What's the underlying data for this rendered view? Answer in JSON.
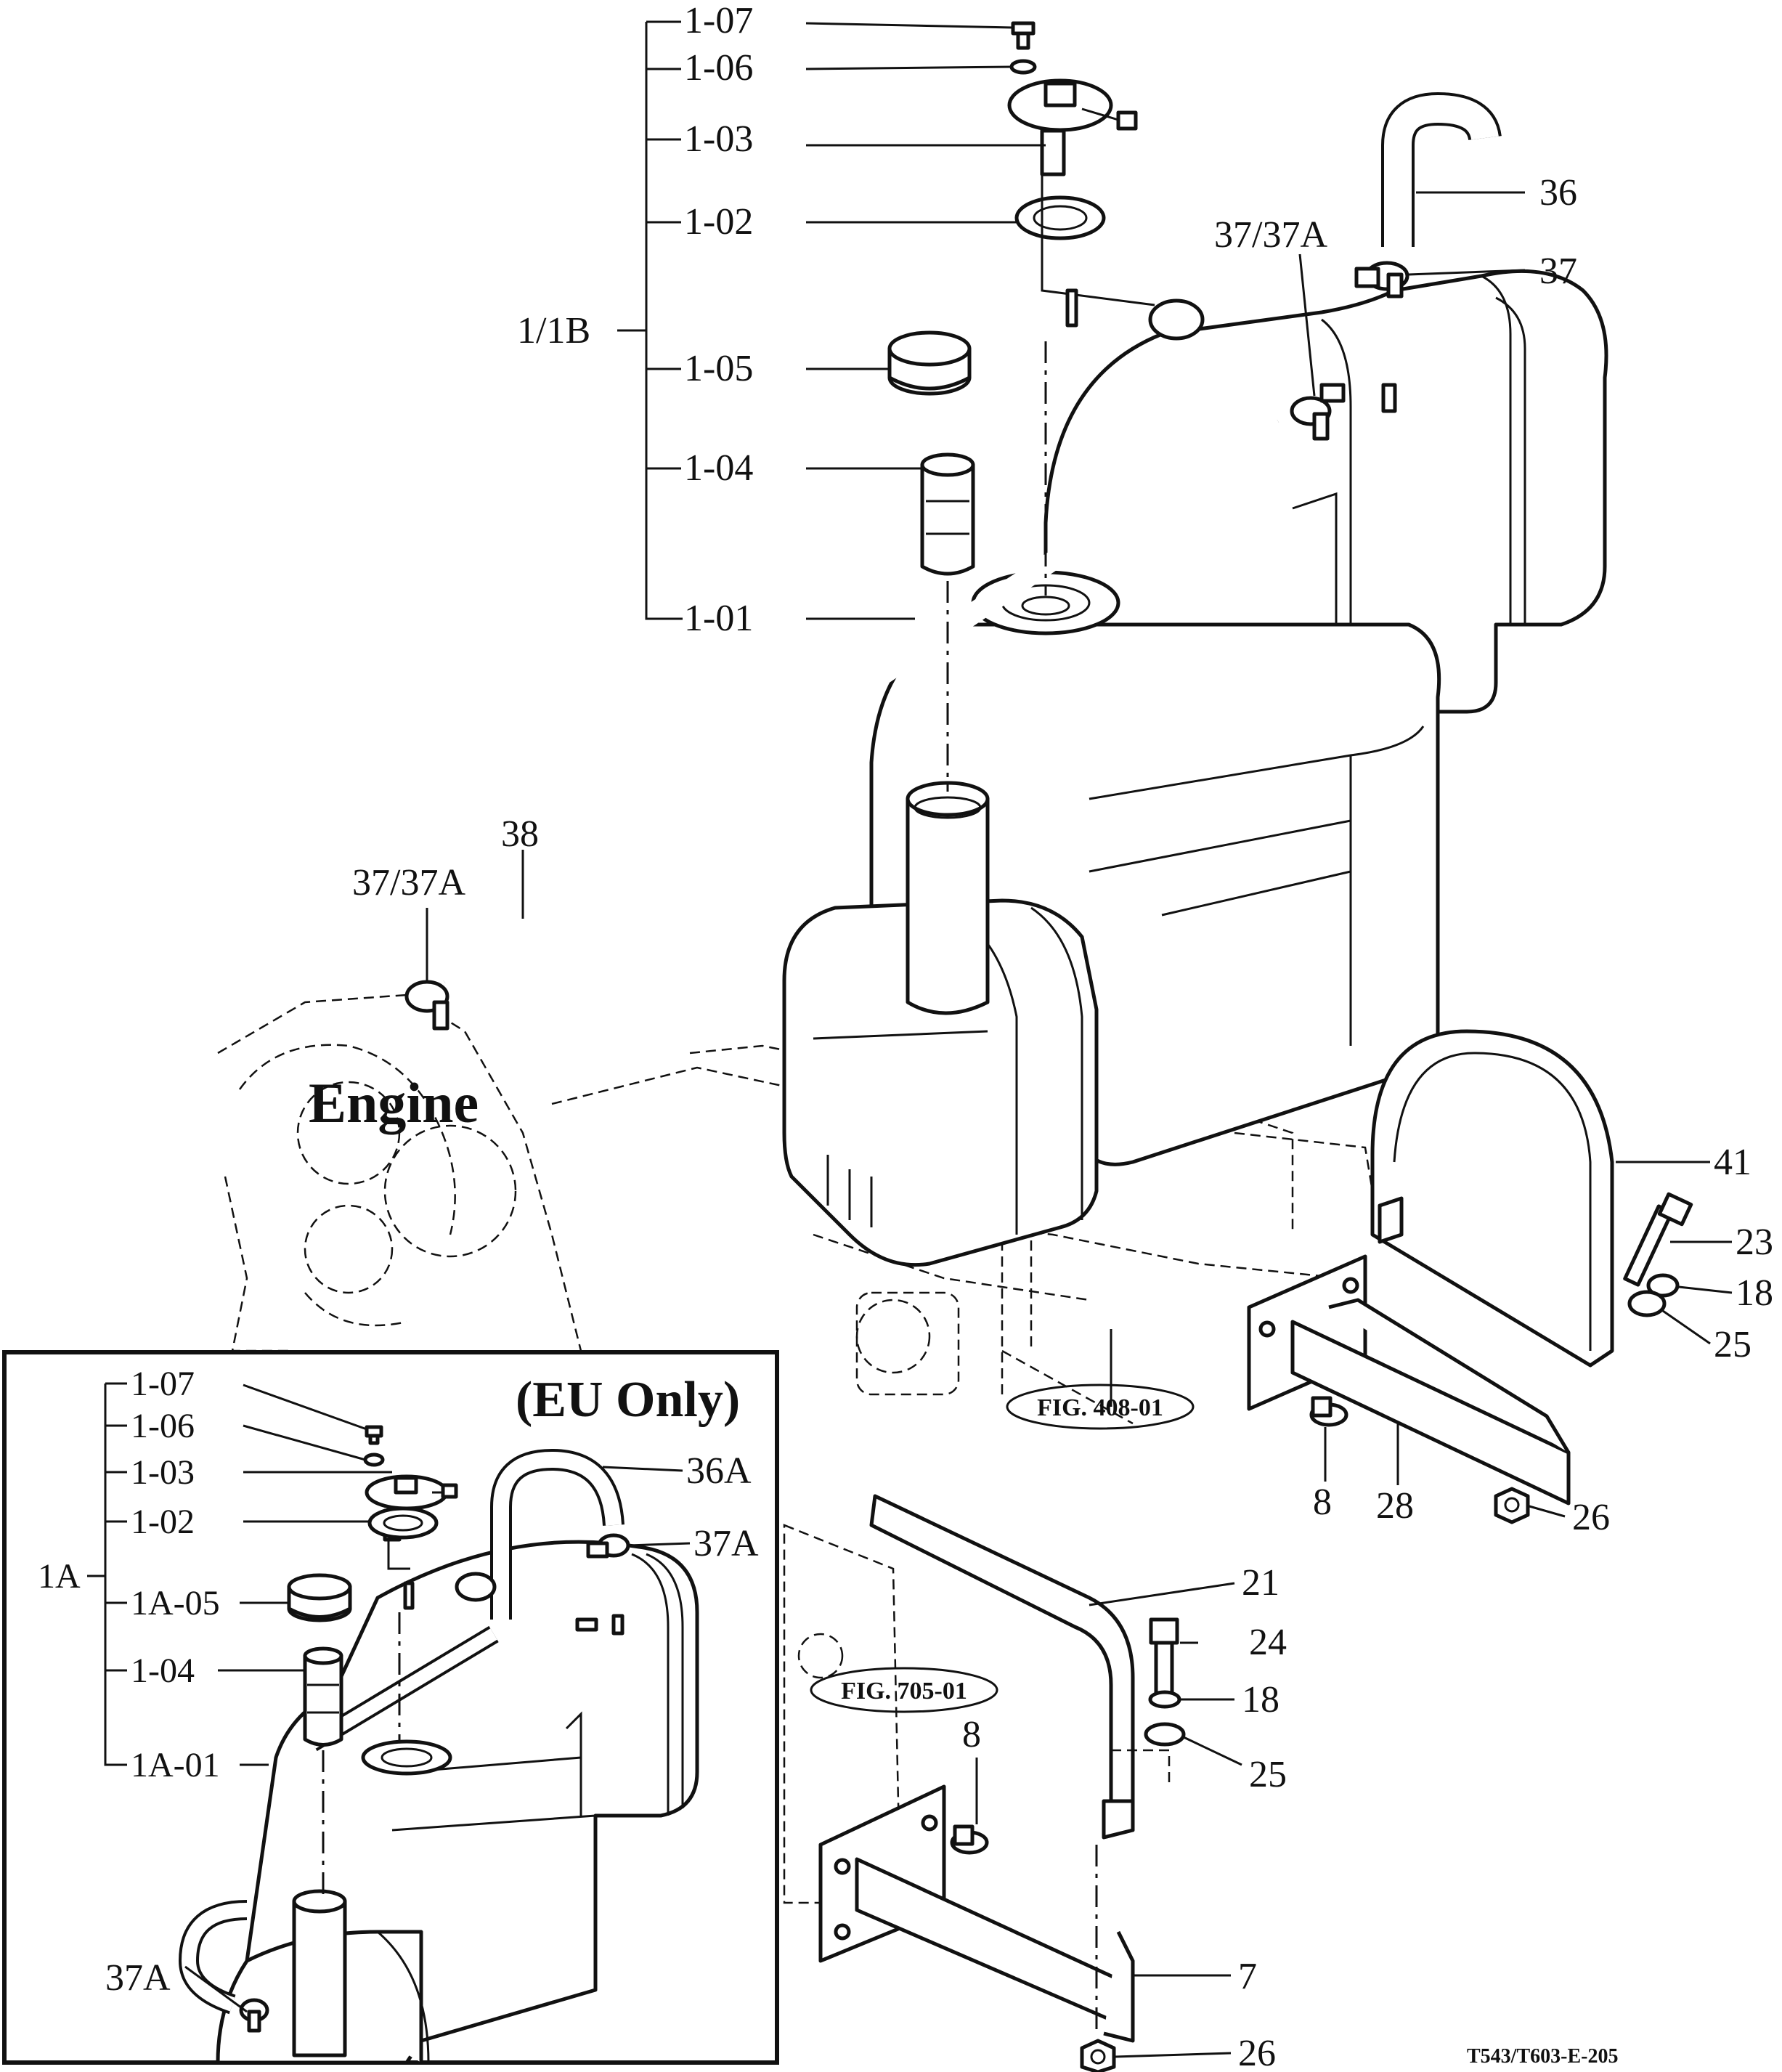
{
  "main_labels": {
    "group": "1/1B",
    "p107": "1-07",
    "p106": "1-06",
    "p103": "1-03",
    "p102": "1-02",
    "p105": "1-05",
    "p104": "1-04",
    "p101": "1-01",
    "p36": "36",
    "p37": "37",
    "p37_37a_top": "37/37A",
    "p37_37a_left": "37/37A",
    "p38": "38",
    "p41": "41",
    "p23": "23",
    "p18_top": "18",
    "p25_top": "25",
    "p8_top": "8",
    "p28": "28",
    "p26_top": "26",
    "p21": "21",
    "p24": "24",
    "p18_bottom": "18",
    "p25_bottom": "25",
    "p8_bottom": "8",
    "p7": "7",
    "p26_bottom": "26"
  },
  "engine_label": "Engine",
  "fig_refs": {
    "fig408": "FIG. 408-01",
    "fig705": "FIG. 705-01"
  },
  "inset": {
    "title": "(EU Only)",
    "group": "1A",
    "p107": "1-07",
    "p106": "1-06",
    "p103": "1-03",
    "p102": "1-02",
    "p1a05": "1A-05",
    "p104": "1-04",
    "p1a01": "1A-01",
    "p36a": "36A",
    "p37a_top": "37A",
    "p37a_bottom": "37A"
  },
  "drawing_code": "T543/T603-E-205",
  "colors": {
    "ink": "#111111",
    "paper": "#ffffff"
  }
}
